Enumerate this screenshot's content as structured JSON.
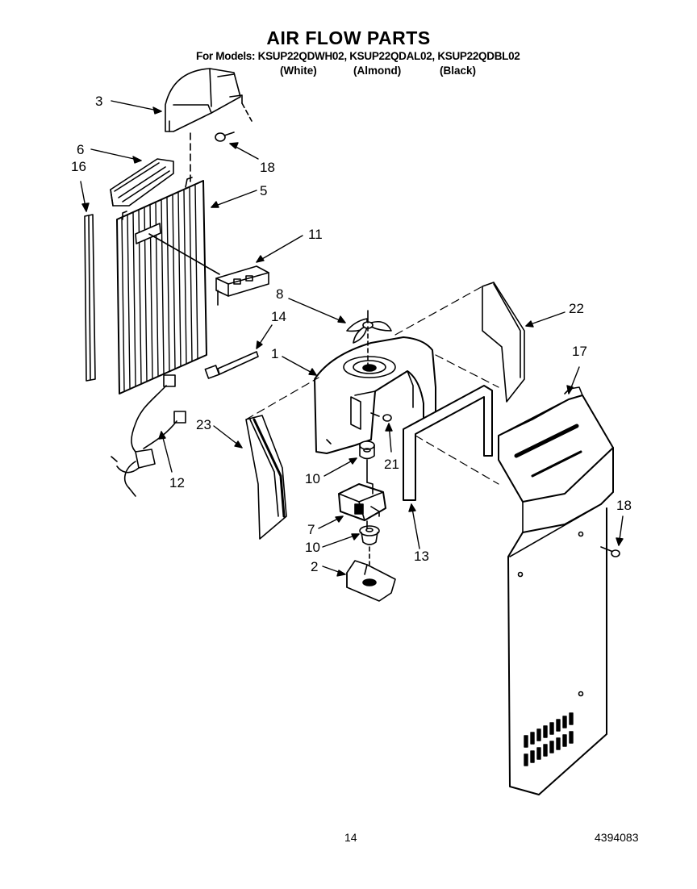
{
  "header": {
    "title": "AIR FLOW PARTS",
    "models_line": "For Models: KSUP22QDWH02, KSUP22QDAL02, KSUP22QDBL02",
    "colors": [
      "(White)",
      "(Almond)",
      "(Black)"
    ]
  },
  "footer": {
    "page_number": "14",
    "document_number": "4394083"
  },
  "callouts": {
    "c3": "3",
    "c6": "6",
    "c16": "16",
    "c18a": "18",
    "c5": "5",
    "c11": "11",
    "c8": "8",
    "c14": "14",
    "c1": "1",
    "c22": "22",
    "c17": "17",
    "c23": "23",
    "c12": "12",
    "c21": "21",
    "c10a": "10",
    "c7": "7",
    "c10b": "10",
    "c2": "2",
    "c13": "13",
    "c18b": "18"
  }
}
